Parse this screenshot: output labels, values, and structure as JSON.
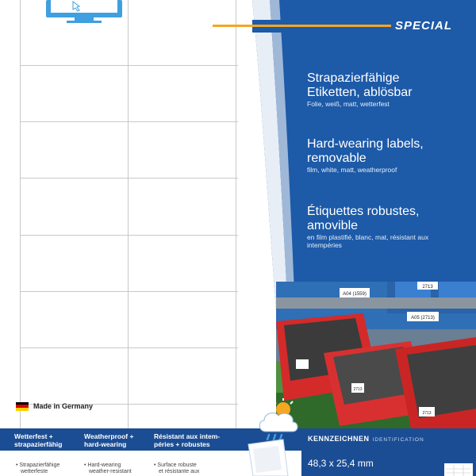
{
  "badge": {
    "label": "SPECIAL"
  },
  "descriptions": [
    {
      "title": "Strapazierfähige Etiketten, ablösbar",
      "line1": "Strapazierfähige",
      "line2": "Etiketten, ablösbar",
      "sub": "Folie, weiß, matt, wetterfest"
    },
    {
      "title": "Hard-wearing labels, removable",
      "line1": "Hard-wearing labels,",
      "line2": "removable",
      "sub": "film, white, matt, weatherproof"
    },
    {
      "title": "Étiquettes robustes, amovible",
      "line1": "Étiquettes robustes,",
      "line2": "amovible",
      "sub1": "en film plastifié, blanc, mat, résistant aux",
      "sub2": "intempéries"
    }
  ],
  "photo_labels": [
    "2713",
    "A04 (1559)",
    "A05 (2713)",
    "2713",
    "2713"
  ],
  "made_in": "Made in Germany",
  "flag_colors": [
    "#000000",
    "#dd0000",
    "#ffce00"
  ],
  "features": [
    {
      "line1": "Wetterfest +",
      "line2": "strapazierfähig"
    },
    {
      "line1": "Weatherproof +",
      "line2": "hard-wearing"
    },
    {
      "line1": "Résistant aux intem-",
      "line2": "péries + robustes"
    }
  ],
  "bullets": [
    {
      "line1": "• Strapazierfähige",
      "line2": "wetterfeste"
    },
    {
      "line1": "• Hard-wearing",
      "line2": "weather-resistant"
    },
    {
      "line1": "• Surface robuste",
      "line2": "et résistante aux"
    }
  ],
  "category": {
    "main": "KENNZEICHNEN",
    "sub": "IDENTIFICATION"
  },
  "label_size": "48,3 x 25,4 mm",
  "colors": {
    "brand_blue": "#1d5aa8",
    "dark_blue": "#1b4d94",
    "accent_orange": "#f5a623",
    "grid": "#c8c8c8"
  },
  "icons": [
    "monitor-icon",
    "weather-icon",
    "flag-germany-icon"
  ]
}
